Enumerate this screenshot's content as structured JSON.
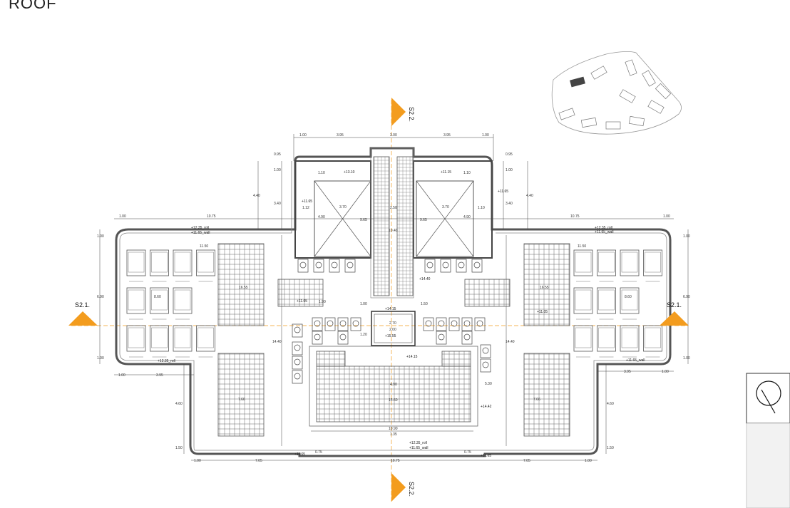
{
  "title": "ROOF",
  "section_markers": {
    "top": "S2.2.",
    "bottom": "S2.2.",
    "left": "S2.1.",
    "right": "S2.1."
  },
  "colors": {
    "section_marker": "#f39c1e",
    "wall": "#555555",
    "line": "#333333"
  },
  "top_dims": [
    "1.00",
    "3.95",
    "3.00",
    "3.95",
    "1.00"
  ],
  "mid_dims": {
    "left_span": "10.75",
    "right_span": "10.75",
    "left_edge": "1.00",
    "right_edge": "1.00",
    "left_inner": "11.50",
    "right_inner": "11.50"
  },
  "vertical_dims": [
    "0.95",
    "1.00",
    "4.40",
    "3.40",
    "1.00",
    "6.90",
    "1.00",
    "4.60",
    "1.50",
    "14.40"
  ],
  "core_dims": [
    "1.10",
    "3.70",
    "4.90",
    "9.65",
    "2.50",
    "10.40",
    "9.65",
    "3.70",
    "4.90",
    "1.10",
    "1.12",
    "1.10"
  ],
  "panel_labels": [
    "16.55",
    "16.55",
    "7.66",
    "7.66",
    "8.60",
    "8.60",
    "1.90"
  ],
  "center_dims": [
    "2.70",
    "2.00",
    "1.20",
    "1.00",
    "1.50",
    "4.90",
    "15.60",
    "10.90",
    "1.35",
    "5.30"
  ],
  "bottom_dims": [
    "1.00",
    "7.05",
    "0.75",
    "10.75",
    "0.75",
    "7.05",
    "1.00"
  ],
  "side_dims": [
    "1.00",
    "3.95",
    "3.95",
    "1.00"
  ],
  "levels": [
    "+13.10",
    "+11.15",
    "+11.65",
    "+11.65",
    "+12.35_roll",
    "+11.65_wall",
    "+12.35_roll",
    "+11.65_wall",
    "+14.40",
    "+11.05",
    "+11.05",
    "+14.15",
    "+15.55",
    "+14.15",
    "+14.42",
    "+12.35_roll",
    "+11.65_wall",
    "+11.65",
    "+11.65",
    "+12.35_roll",
    "+11.65_wall"
  ]
}
